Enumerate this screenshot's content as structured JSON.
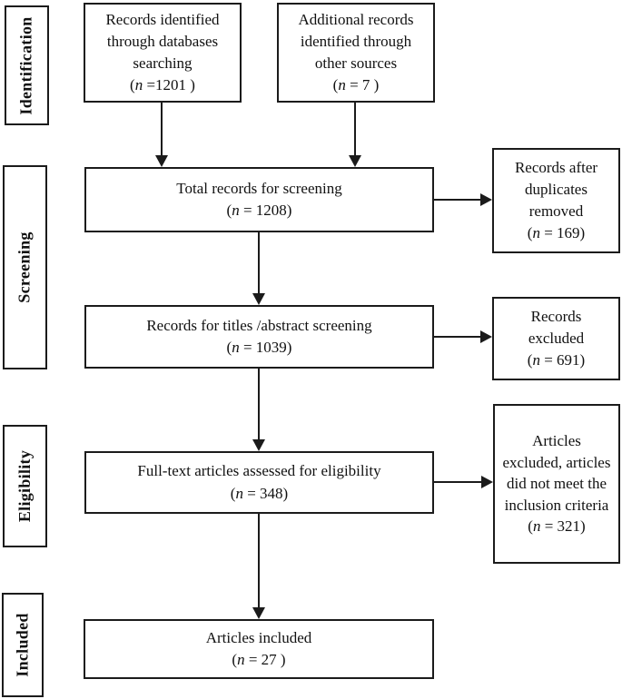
{
  "diagram": {
    "type": "prisma-flowchart",
    "colors": {
      "background": "#ffffff",
      "box_border": "#1b1b1b",
      "line": "#1b1b1b",
      "text": "#111111"
    },
    "stages": [
      {
        "label": "Identification"
      },
      {
        "label": "Screening"
      },
      {
        "label": "Eligibility"
      },
      {
        "label": "Included"
      }
    ],
    "nodes": {
      "db_records": {
        "label": "Records identified through databases searching",
        "n_open": "(",
        "n_symbol": "n",
        "n_rest": " =1201 )"
      },
      "other_records": {
        "label": "Additional records identified through other sources",
        "n_open": "(",
        "n_symbol": "n",
        "n_rest": " = 7 )"
      },
      "total_screening": {
        "label": "Total records for screening",
        "n_open": "(",
        "n_symbol": "n",
        "n_rest": " = 1208)"
      },
      "duplicates_removed": {
        "label": "Records after duplicates removed",
        "n_open": "(",
        "n_symbol": "n",
        "n_rest": " = 169)"
      },
      "titles_abstract": {
        "label": "Records for titles /abstract screening",
        "n_open": "(",
        "n_symbol": "n",
        "n_rest": " = 1039)"
      },
      "records_excluded": {
        "label": "Records excluded",
        "n_open": "(",
        "n_symbol": "n",
        "n_rest": " = 691)"
      },
      "fulltext": {
        "label": "Full-text articles assessed for eligibility",
        "n_open": "(",
        "n_symbol": "n",
        "n_rest": " = 348)"
      },
      "articles_excluded": {
        "label": "Articles excluded, articles did not meet the inclusion criteria",
        "n_open": "(",
        "n_symbol": "n",
        "n_rest": " = 321)"
      },
      "articles_included": {
        "label": "Articles included",
        "n_open": "(",
        "n_symbol": "n",
        "n_rest": " = 27 )"
      }
    }
  }
}
